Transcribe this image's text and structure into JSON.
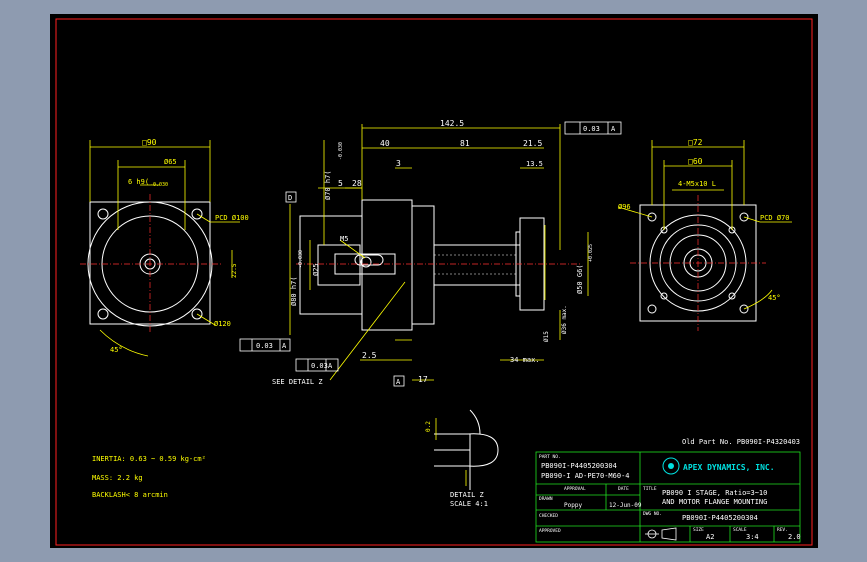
{
  "dims": {
    "left_square": "□90",
    "left_bore": "Ø65",
    "left_key": "6 h9(",
    "left_key_tol": "-0.030",
    "left_pcd": "PCD Ø100",
    "left_od": "Ø120",
    "left_shaft": "22.5",
    "left_angle": "45°",
    "overall_len": "142.5",
    "len_40": "40",
    "len_81": "81",
    "len_215": "21.5",
    "len_3": "3",
    "len_5": "5",
    "len_28": "28",
    "len_135": "13.5",
    "len_25": "2.5",
    "len_17": "17",
    "len_34max": "34 max.",
    "dia_70h7": "Ø70 h7(",
    "dia_70h7_tol": "-0.030",
    "dia_80h7": "Ø80 h7(",
    "dia_80h7_tol": "-0.030",
    "dia_25": "Ø25",
    "m5": "M5",
    "dia_50": "Ø50 G6(",
    "dia_50_tol": "+0.025",
    "dia_15": "Ø15",
    "dia_36": "Ø36 max.",
    "parallel_tol": "0.03",
    "parallel_ref": "A",
    "runout_tol": "0.03",
    "runout_ref": "A",
    "perp_tol": "0.03",
    "perp_ref": "A",
    "datum_a": "A",
    "datum_d": "D",
    "see_detail": "SEE DETAIL Z",
    "right_square": "□72",
    "right_sq60": "□60",
    "right_holes": "4-M5x10 L",
    "right_od": "Ø96",
    "right_pcd": "PCD Ø70",
    "right_angle": "45°",
    "detail_dim": "0.2",
    "detail_label": "DETAIL Z",
    "detail_scale": "SCALE 4:1"
  },
  "notes": {
    "inertia": "INERTIA: 0.63 ~ 0.59 kg-cm²",
    "mass": "MASS: 2.2 kg",
    "backlash": "BACKLASH< 8 arcmin"
  },
  "title_block": {
    "old_part": "Old Part No. PB090I-P4320403",
    "part_no_label": "PART NO.",
    "part_no_1": "PB090I-P4405200304",
    "part_no_2": "PB090-I   AD-PE70-M60-4",
    "company": "APEX DYNAMICS, INC.",
    "approval_label": "APPROVAL",
    "date_label": "DATE",
    "title_label": "TITLE",
    "title_1": "PB090 I STAGE, Ratio=3~10",
    "title_2": "AND MOTOR FLANGE MOUNTING",
    "drawn_label": "DRAWN",
    "drawn_by": "Poppy",
    "drawn_date": "12-Jun-09",
    "dwg_no_label": "DWG NO.",
    "dwg_no": "PB090I-P4405200304",
    "checked_label": "CHECKED",
    "size_label": "SIZE",
    "size": "A2",
    "scale_label": "SCALE",
    "scale": "3:4",
    "rev_label": "REV.",
    "rev": "2.0",
    "approved_label": "APPROVED"
  }
}
